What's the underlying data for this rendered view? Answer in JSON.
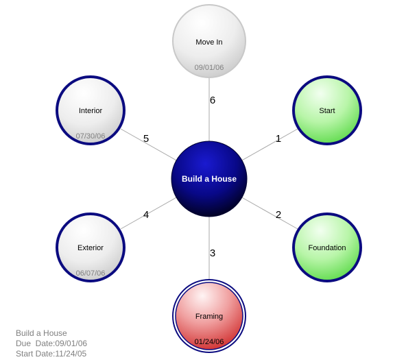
{
  "center": {
    "label": "Build a House"
  },
  "nodes": [
    {
      "id": "move-in",
      "label": "Move In",
      "date": "09/01/06",
      "style": "gray-light",
      "edge_num": "6"
    },
    {
      "id": "start",
      "label": "Start",
      "date": "",
      "style": "green",
      "edge_num": "1"
    },
    {
      "id": "foundation",
      "label": "Foundation",
      "date": "",
      "style": "green",
      "edge_num": "2"
    },
    {
      "id": "framing",
      "label": "Framing",
      "date": "01/24/06",
      "style": "red",
      "edge_num": "3"
    },
    {
      "id": "exterior",
      "label": "Exterior",
      "date": "06/07/06",
      "style": "gray",
      "edge_num": "4"
    },
    {
      "id": "interior",
      "label": "Interior",
      "date": "07/30/06",
      "style": "gray",
      "edge_num": "5"
    }
  ],
  "info": {
    "title": "Build a House",
    "due": "Due  Date:09/01/06",
    "start": "Start Date:11/24/05"
  },
  "colors": {
    "border_blue": "#0b0b80",
    "center_top": "#1010c8",
    "center_bottom": "#000010",
    "green_light": "#e8ffe0",
    "green_dark": "#55d944",
    "red_light": "#ffeaea",
    "red_dark": "#d42a2a",
    "gray_light": "#ffffff",
    "gray_dark": "#c8c8c8"
  }
}
